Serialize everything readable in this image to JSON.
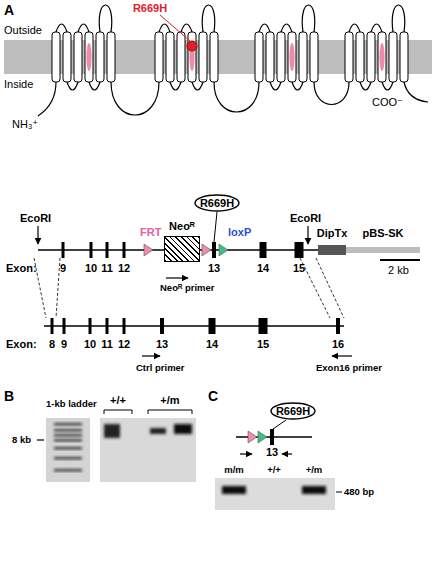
{
  "diagram": {
    "nodes": [
      {
        "text": [
          "Neoᴿ"
        ]
      },
      {
        "text": [
          "R669H"
        ]
      },
      {
        "text": [
          "DipTx"
        ]
      },
      {
        "text": [
          "pBS-SK"
        ]
      },
      {
        "text": [
          "R669H"
        ]
      }
    ],
    "labels": [
      "A",
      "R669H",
      "Outside",
      "Inside",
      "COO⁻",
      "NH₃⁺",
      "EcoRI",
      "FRT",
      "loxP",
      "EcoRI",
      "2 kb",
      "Exon:",
      "9",
      "10",
      "11",
      "12",
      "13",
      "14",
      "15",
      "Neoᴿ primer",
      "Exon:",
      "8",
      "9",
      "10",
      "11",
      "12",
      "13",
      "14",
      "15",
      "16",
      "Ctrl primer",
      "Exon16 primer",
      "B",
      "1-kb ladder",
      "8 kb",
      "+/+",
      "+/m",
      "C",
      "13",
      "m/m",
      "+/+",
      "+/m",
      "480 bp"
    ]
  }
}
